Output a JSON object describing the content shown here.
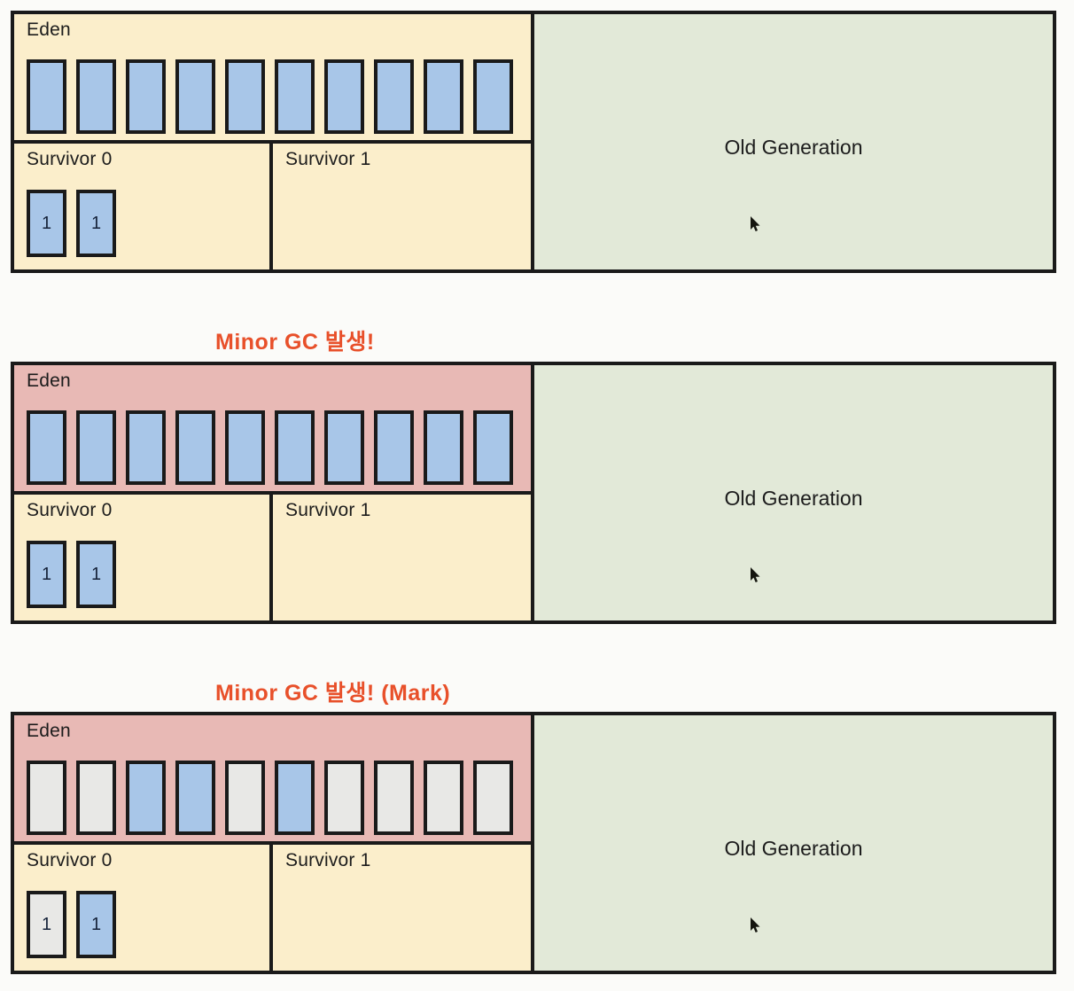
{
  "title": "JVM Heap Minor GC diagram",
  "colors": {
    "eden_normal": "#fbeecb",
    "eden_gc": "#e8b9b5",
    "survivor": "#fbeecb",
    "old_generation": "#e2e9d8",
    "object_live": "#a8c6e8",
    "object_dead": "#e8e8e6",
    "border": "#1a1a1a",
    "caption": "#e8502a"
  },
  "labels": {
    "eden": "Eden",
    "survivor0": "Survivor 0",
    "survivor1": "Survivor 1",
    "old_generation": "Old Generation"
  },
  "captions": {
    "second": "Minor GC 발생!",
    "third": "Minor GC 발생!   (Mark)"
  },
  "panels": [
    {
      "name": "before-gc",
      "eden_highlight": false,
      "eden_objects": [
        {
          "state": "live",
          "age": ""
        },
        {
          "state": "live",
          "age": ""
        },
        {
          "state": "live",
          "age": ""
        },
        {
          "state": "live",
          "age": ""
        },
        {
          "state": "live",
          "age": ""
        },
        {
          "state": "live",
          "age": ""
        },
        {
          "state": "live",
          "age": ""
        },
        {
          "state": "live",
          "age": ""
        },
        {
          "state": "live",
          "age": ""
        },
        {
          "state": "live",
          "age": ""
        }
      ],
      "survivor0_objects": [
        {
          "state": "live",
          "age": "1"
        },
        {
          "state": "live",
          "age": "1"
        }
      ],
      "survivor1_objects": []
    },
    {
      "name": "minor-gc-triggered",
      "eden_highlight": true,
      "eden_objects": [
        {
          "state": "live",
          "age": ""
        },
        {
          "state": "live",
          "age": ""
        },
        {
          "state": "live",
          "age": ""
        },
        {
          "state": "live",
          "age": ""
        },
        {
          "state": "live",
          "age": ""
        },
        {
          "state": "live",
          "age": ""
        },
        {
          "state": "live",
          "age": ""
        },
        {
          "state": "live",
          "age": ""
        },
        {
          "state": "live",
          "age": ""
        },
        {
          "state": "live",
          "age": ""
        }
      ],
      "survivor0_objects": [
        {
          "state": "live",
          "age": "1"
        },
        {
          "state": "live",
          "age": "1"
        }
      ],
      "survivor1_objects": []
    },
    {
      "name": "minor-gc-mark",
      "eden_highlight": true,
      "eden_objects": [
        {
          "state": "dead",
          "age": ""
        },
        {
          "state": "dead",
          "age": ""
        },
        {
          "state": "live",
          "age": ""
        },
        {
          "state": "live",
          "age": ""
        },
        {
          "state": "dead",
          "age": ""
        },
        {
          "state": "live",
          "age": ""
        },
        {
          "state": "dead",
          "age": ""
        },
        {
          "state": "dead",
          "age": ""
        },
        {
          "state": "dead",
          "age": ""
        },
        {
          "state": "dead",
          "age": ""
        }
      ],
      "survivor0_objects": [
        {
          "state": "dead",
          "age": "1"
        },
        {
          "state": "live",
          "age": "1"
        }
      ],
      "survivor1_objects": []
    }
  ]
}
